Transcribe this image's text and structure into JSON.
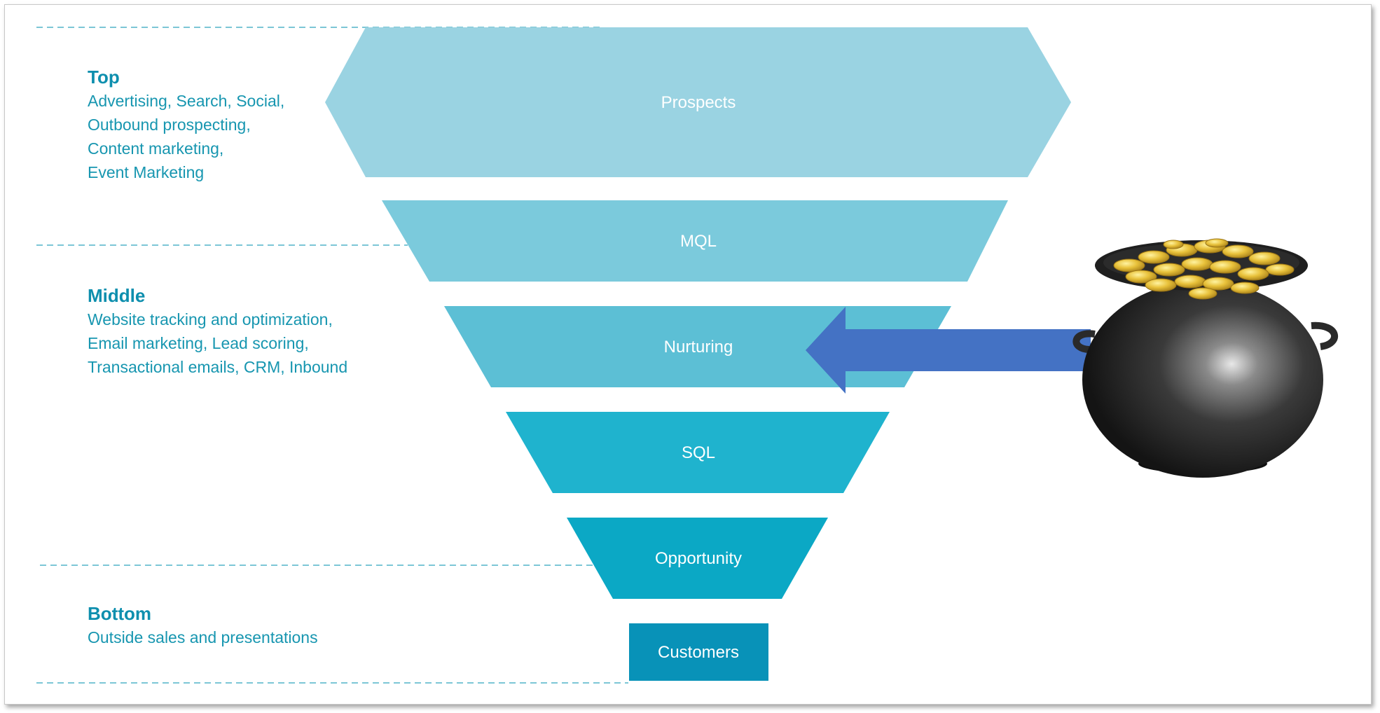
{
  "stages": [
    {
      "title": "Top",
      "description": "Advertising, Search, Social,\nOutbound prospecting,\nContent marketing,\nEvent Marketing"
    },
    {
      "title": "Middle",
      "description": "Website tracking and optimization,\nEmail marketing, Lead scoring,\nTransactional emails, CRM, Inbound"
    },
    {
      "title": "Bottom",
      "description": "Outside sales and presentations"
    }
  ],
  "funnel": {
    "layers": [
      {
        "label": "Prospects",
        "color": "#9ad3e2"
      },
      {
        "label": "MQL",
        "color": "#7bcadc"
      },
      {
        "label": "Nurturing",
        "color": "#5cbfd5"
      },
      {
        "label": "SQL",
        "color": "#1fb3ce"
      },
      {
        "label": "Opportunity",
        "color": "#0ba8c5"
      },
      {
        "label": "Customers",
        "color": "#0892b8"
      }
    ]
  },
  "arrow": {
    "color": "#4472c4",
    "icon": "arrow-left-icon"
  },
  "pot": {
    "icon": "pot-of-gold-icon"
  },
  "divider_color": "#7cc6d6"
}
